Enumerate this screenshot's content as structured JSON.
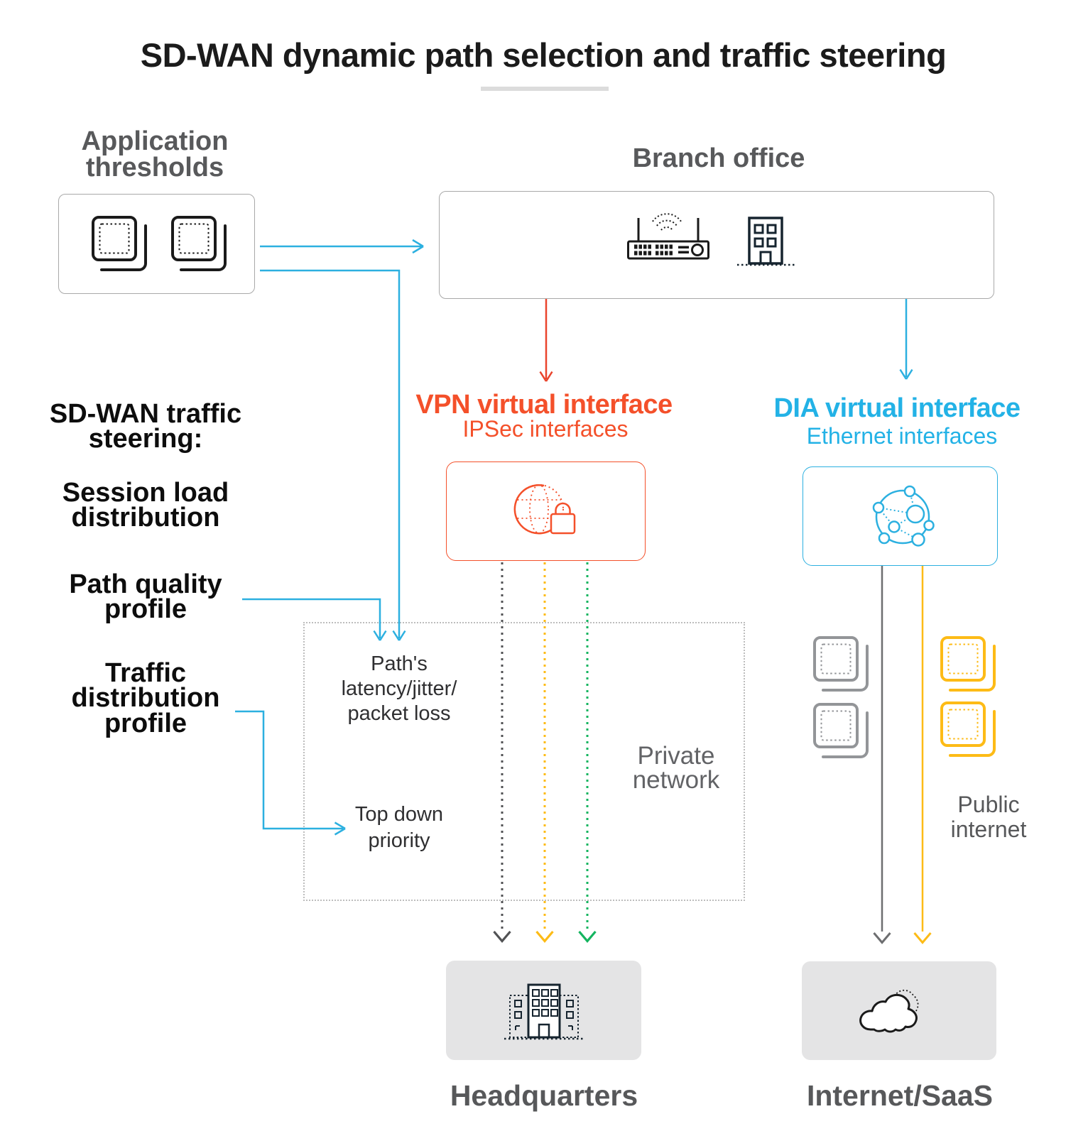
{
  "title": "SD-WAN dynamic path selection and traffic steering",
  "palette": {
    "cyan": "#2cb0e0",
    "orange": "#f4502a",
    "red_arrow": "#e9442c",
    "yellow": "#fdbb16",
    "green": "#14b45f",
    "gray_line": "#6d6e70",
    "heading_gray": "#58595b",
    "black": "#1a1a1a"
  },
  "left_panel": {
    "heading": "SD-WAN traffic\nsteering:",
    "items": [
      {
        "label": "Session load\ndistribution"
      },
      {
        "label": "Path quality\nprofile"
      },
      {
        "label": "Traffic\ndistribution\nprofile"
      }
    ]
  },
  "nodes": {
    "application_thresholds": {
      "label": "Application\nthresholds",
      "icon": "stacked-squares-icon"
    },
    "branch_office": {
      "label": "Branch office",
      "icons": [
        "wireless-router-icon",
        "office-building-icon"
      ]
    },
    "vpn_interface": {
      "title": "VPN virtual interface",
      "subtitle": "IPSec interfaces",
      "icon": "globe-lock-icon",
      "color": "#f4502a"
    },
    "dia_interface": {
      "title": "DIA virtual interface",
      "subtitle": "Ethernet interfaces",
      "icon": "connected-network-icon",
      "color": "#2cb0e0"
    },
    "private_network": {
      "label": "Private\nnetwork",
      "path_annotation": "Path's\nlatency/jitter/\npacket loss",
      "priority_annotation": "Top down\npriority"
    },
    "public_internet": {
      "label": "Public\ninternet"
    },
    "headquarters": {
      "label": "Headquarters",
      "icon": "headquarters-building-icon"
    },
    "internet_saas": {
      "label": "Internet/SaaS",
      "icon": "cloud-icon"
    }
  }
}
